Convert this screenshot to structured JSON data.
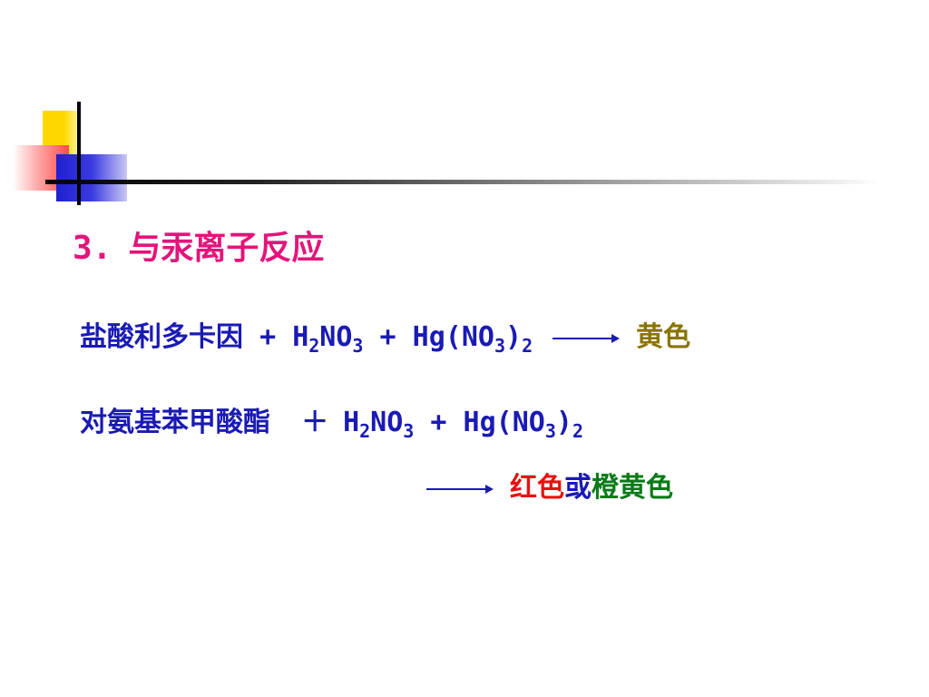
{
  "heading": {
    "number": "3.",
    "title": "与汞离子反应"
  },
  "reaction1": {
    "reactant": "盐酸利多卡因",
    "plus1": "+",
    "acid_H": "H",
    "acid_2": "2",
    "acid_NO": "NO",
    "acid_3": "3",
    "plus2": "+",
    "salt_Hg": "Hg(NO",
    "salt_3": "3",
    "salt_paren": ")",
    "salt_2": "2",
    "result": "黄色"
  },
  "reaction2": {
    "reactant": "对氨基苯甲酸酯",
    "plus1": "＋",
    "acid_H": "H",
    "acid_2": "2",
    "acid_NO": "NO",
    "acid_3": "3",
    "plus2": "+",
    "salt_Hg": "Hg(NO",
    "salt_3": "3",
    "salt_paren": ")",
    "salt_2": "2",
    "result_red": "红色",
    "result_or": "或",
    "result_orange": "橙黄色"
  },
  "colors": {
    "heading": "#e4147a",
    "formula": "#1a1ab4",
    "yellow_result": "#8a7400",
    "red_result": "#e81010",
    "orange_result": "#0a7a18"
  }
}
